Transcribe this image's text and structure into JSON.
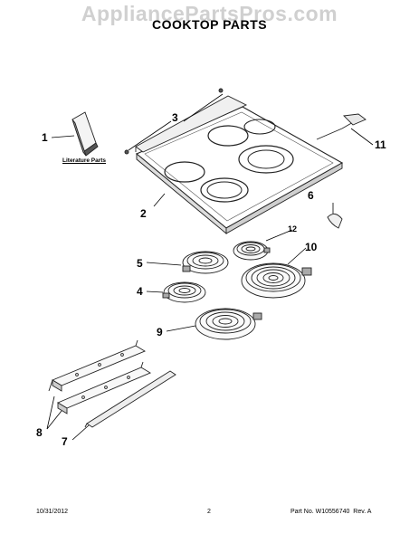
{
  "watermark": "AppliancePartsPros.com",
  "title": "COOKTOP PARTS",
  "literature_label": "Literature Parts",
  "callouts": {
    "c1": "1",
    "c2": "2",
    "c3": "3",
    "c4": "4",
    "c5": "5",
    "c6": "6",
    "c7": "7",
    "c8": "8",
    "c9": "9",
    "c10": "10",
    "c11": "11",
    "c12": "12"
  },
  "footer": {
    "date": "10/31/2012",
    "page": "2",
    "part_no": "Part No. W10556740  Rev. A"
  }
}
